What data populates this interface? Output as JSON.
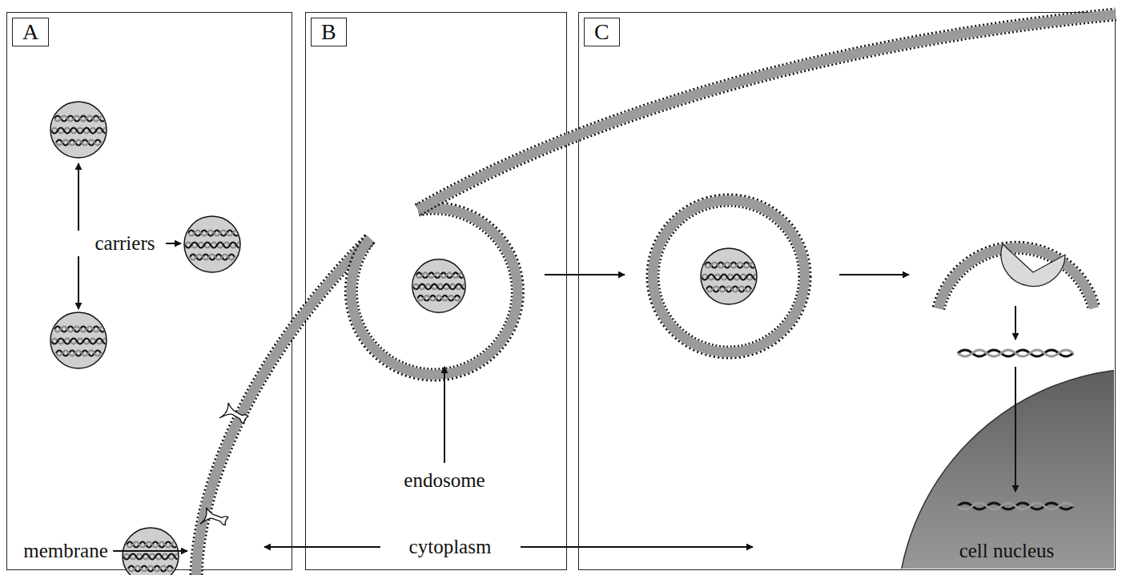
{
  "diagram": {
    "nodes": [
      {
        "text": [
          "A"
        ]
      },
      {
        "text": [
          "B"
        ]
      },
      {
        "text": [
          "C"
        ]
      }
    ],
    "labels": [
      "carriers",
      "membrane",
      "endosome",
      "cytoplasm",
      "cell nucleus"
    ]
  }
}
